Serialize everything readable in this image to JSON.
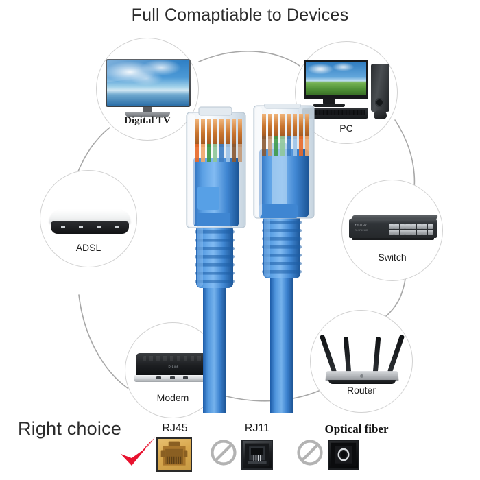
{
  "title": "Full Comaptiable to Devices",
  "colors": {
    "cable_blue": "#2f78cc",
    "cable_blue_light": "#64a6e8",
    "check_red": "#e8122f",
    "rj45_gold": "#d9a84e",
    "ban_gray": "#b3b3b3",
    "circle_outline": "#d2d2d2",
    "connector_line": "#9a9a9a",
    "text_dark": "#1d1d1d"
  },
  "devices": [
    {
      "id": "digital-tv",
      "label": "Digital TV",
      "icon": "television-icon",
      "label_style": "serif-bold"
    },
    {
      "id": "pc",
      "label": "PC",
      "icon": "desktop-computer-icon",
      "label_style": "sans"
    },
    {
      "id": "adsl",
      "label": "ADSL",
      "icon": "adsl-modem-icon",
      "label_style": "sans"
    },
    {
      "id": "switch",
      "label": "Switch",
      "icon": "network-switch-icon",
      "label_style": "sans"
    },
    {
      "id": "modem",
      "label": "Modem",
      "icon": "modem-icon",
      "label_style": "sans"
    },
    {
      "id": "router",
      "label": "Router",
      "icon": "wifi-router-icon",
      "label_style": "sans"
    }
  ],
  "center_product": {
    "name": "rj45-ethernet-cable",
    "connector_count": 2,
    "wire_pair_colors": [
      "orange",
      "green",
      "blue",
      "brown"
    ],
    "jacket_color": "#2f78cc"
  },
  "bottom": {
    "right_choice_label": "Right choice",
    "check_icon": "red-check-icon",
    "options": [
      {
        "id": "rj45",
        "label": "RJ45",
        "icon": "rj45-jack-icon",
        "allowed": true,
        "label_style": "sans",
        "ban_icon": null
      },
      {
        "id": "rj11",
        "label": "RJ11",
        "icon": "rj11-jack-icon",
        "allowed": false,
        "label_style": "sans",
        "ban_icon": "prohibition-icon"
      },
      {
        "id": "optical-fiber",
        "label": "Optical fiber",
        "icon": "fiber-port-icon",
        "allowed": false,
        "label_style": "serif-bold",
        "ban_icon": "prohibition-icon"
      }
    ]
  }
}
